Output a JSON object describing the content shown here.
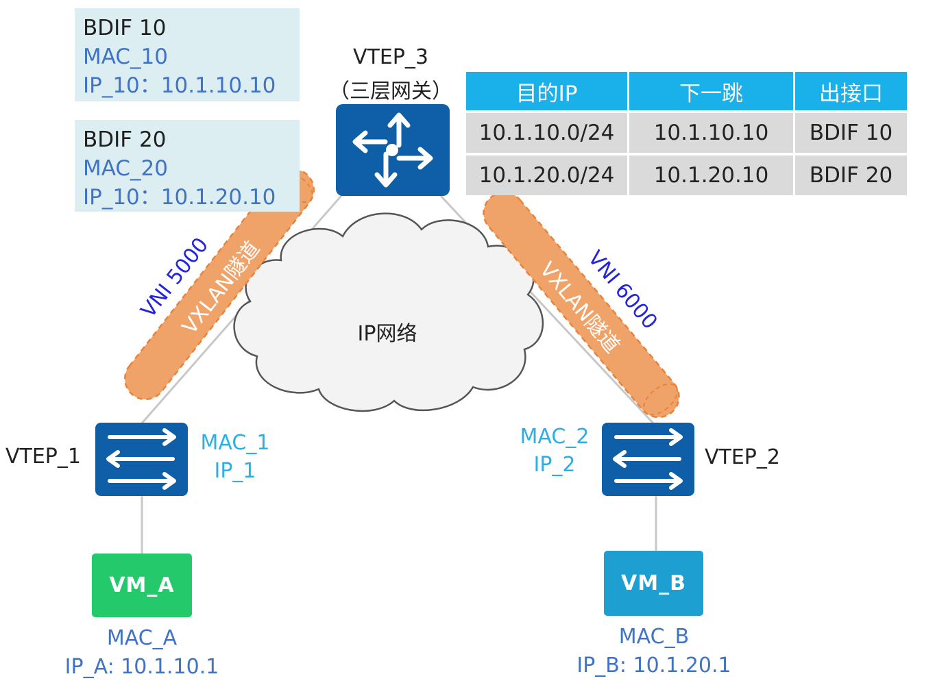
{
  "bdif_boxes": [
    {
      "name": "BDIF 10",
      "mac": "MAC_10",
      "ip": "IP_10：10.1.10.10"
    },
    {
      "name": "BDIF 20",
      "mac": "MAC_20",
      "ip": "IP_10：10.1.20.10"
    }
  ],
  "gateway": {
    "name": "VTEP_3",
    "role": "（三层网关）"
  },
  "route_table": {
    "headers": [
      "目的IP",
      "下一跳",
      "出接口"
    ],
    "rows": [
      [
        "10.1.10.0/24",
        "10.1.10.10",
        "BDIF 10"
      ],
      [
        "10.1.20.0/24",
        "10.1.20.10",
        "BDIF 20"
      ]
    ]
  },
  "network": {
    "label": "IP网络"
  },
  "tunnels": [
    {
      "label": "VXLAN隧道",
      "vni": "VNI 5000"
    },
    {
      "label": "VXLAN隧道",
      "vni": "VNI 6000"
    }
  ],
  "vtep1": {
    "name": "VTEP_1",
    "mac": "MAC_1",
    "ip": "IP_1"
  },
  "vtep2": {
    "name": "VTEP_2",
    "mac": "MAC_2",
    "ip": "IP_2"
  },
  "vm_a": {
    "name": "VM_A",
    "mac": "MAC_A",
    "ip": "IP_A: 10.1.10.1"
  },
  "vm_b": {
    "name": "VM_B",
    "mac": "MAC_B",
    "ip": "IP_B: 10.1.20.1"
  },
  "colors": {
    "device_blue": "#0f5fa8",
    "tunnel_orange": "#f0a368",
    "table_header": "#1ab1ea",
    "vm_a_green": "#23c96b",
    "vm_b_blue": "#1e9fd1"
  }
}
